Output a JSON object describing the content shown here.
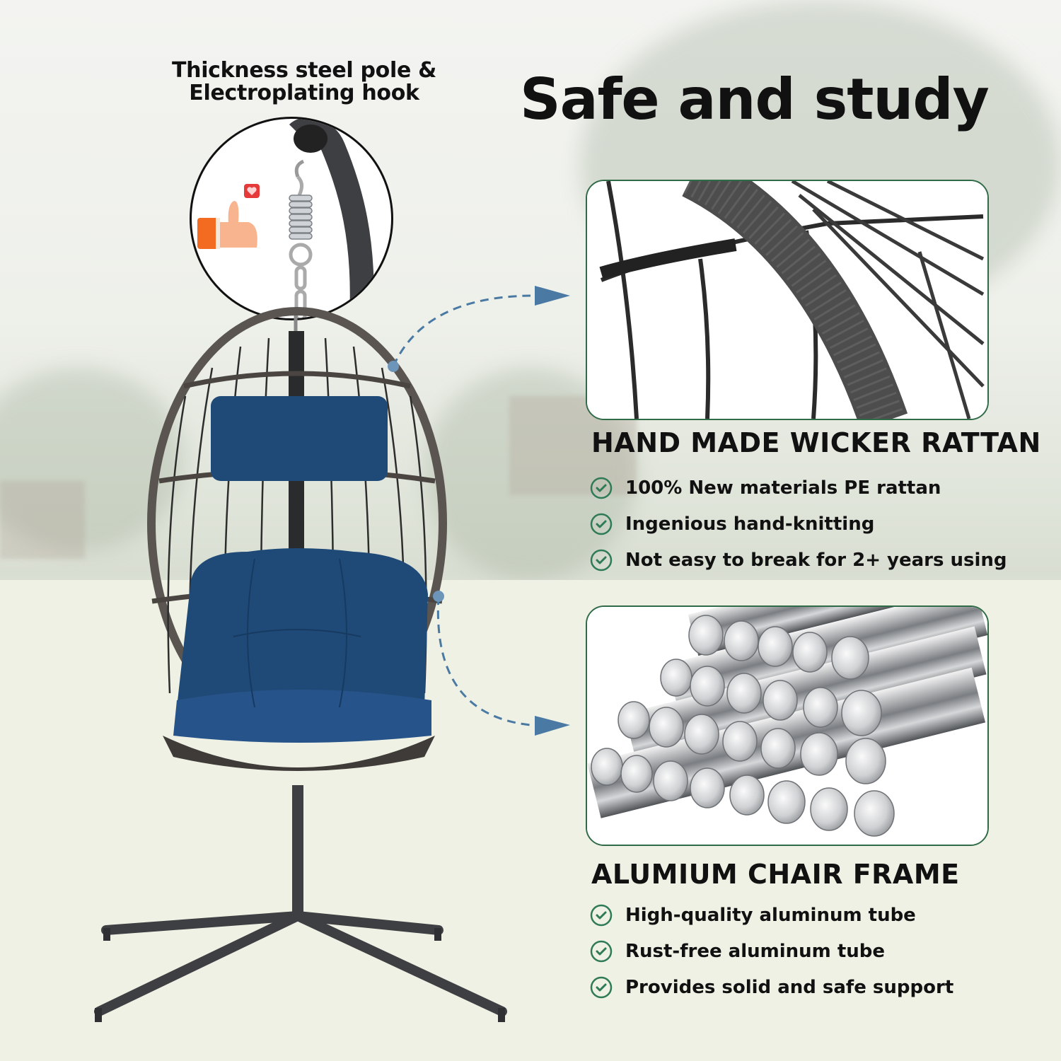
{
  "header": {
    "headline": "Safe and study",
    "hook_caption_line1": "Thickness steel pole &",
    "hook_caption_line2": "Electroplating hook"
  },
  "sections": [
    {
      "title": "HAND MADE WICKER RATTAN",
      "image": "wicker-rattan-closeup",
      "features": [
        "100% New materials PE rattan",
        "Ingenious hand-knitting",
        "Not easy to break for 2+ years using"
      ]
    },
    {
      "title": "ALUMIUM CHAIR FRAME",
      "image": "aluminum-tubes-stack",
      "features": [
        "High-quality aluminum tube",
        "Rust-free aluminum tube",
        "Provides solid and safe support"
      ]
    }
  ],
  "product": {
    "name": "hanging-egg-chair",
    "cushion_color": "#1f4a78",
    "frame_color": "#5a5550",
    "stand_color": "#3d3f42"
  },
  "icons": {
    "check": "check-circle-icon",
    "thumbs_up": "thumbs-up-icon",
    "heart": "heart-icon",
    "arrow": "arrow-right-icon"
  },
  "colors": {
    "accent_green": "#2f7a57",
    "panel_border": "#2f6b46",
    "callout_blue": "#4a7aa3",
    "text": "#111111"
  }
}
